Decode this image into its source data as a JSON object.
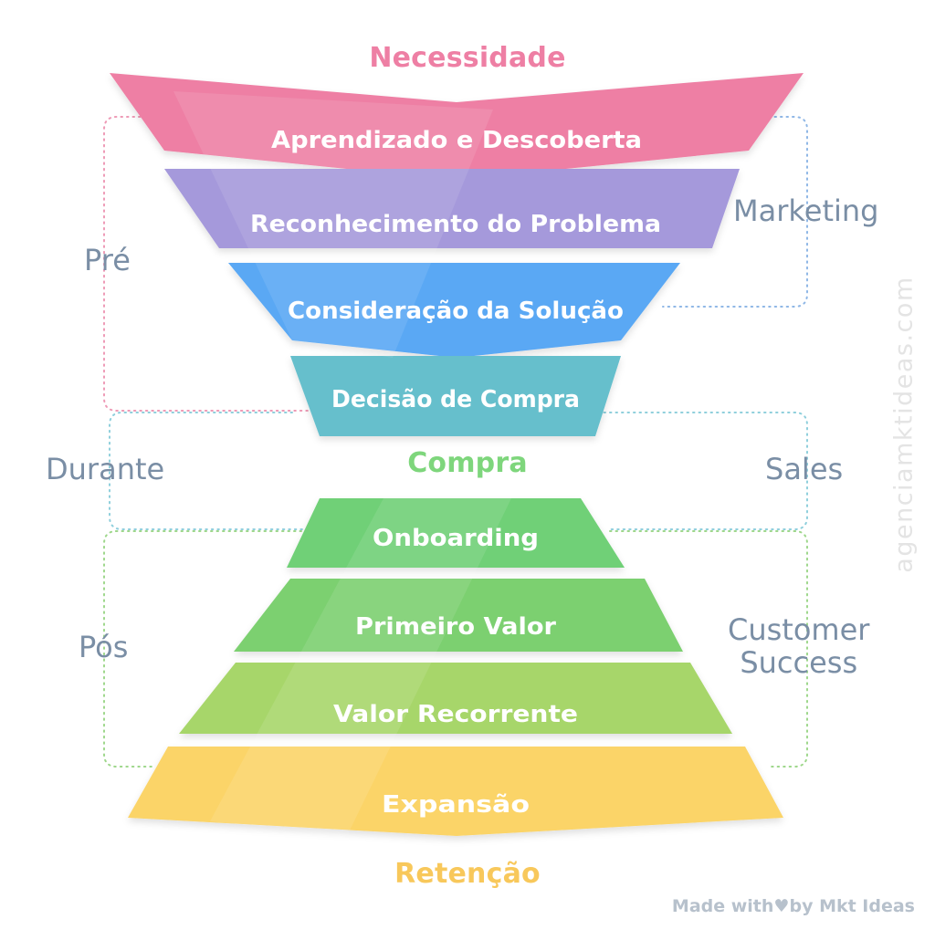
{
  "top_label": "Necessidade",
  "middle_label": "Compra",
  "bottom_label": "Retenção",
  "stages": [
    {
      "label": "Aprendizado e Descoberta",
      "color": "#ee7fa4"
    },
    {
      "label": "Reconhecimento do Problema",
      "color": "#a599db"
    },
    {
      "label": "Consideração da Solução",
      "color": "#5aa8f4"
    },
    {
      "label": "Decisão de Compra",
      "color": "#66bfcc"
    },
    {
      "label": "Onboarding",
      "color": "#6fd077"
    },
    {
      "label": "Primeiro Valor",
      "color": "#7cd06f"
    },
    {
      "label": "Valor Recorrente",
      "color": "#a7d66a"
    },
    {
      "label": "Expansão",
      "color": "#fbd467"
    }
  ],
  "phases": {
    "pre": "Pré",
    "during": "Durante",
    "post": "Pós"
  },
  "teams": {
    "marketing": "Marketing",
    "sales": "Sales",
    "cs_line1": "Customer",
    "cs_line2": "Success"
  },
  "colors": {
    "necessidade": "#ee7fa4",
    "compra": "#7ed67c",
    "retencao": "#f8c85b",
    "side_text": "#7a8ea5",
    "bracket_pre": "#ee9ab6",
    "bracket_during": "#8fcfdc",
    "bracket_post": "#9ed78b"
  },
  "watermark": "agenciamktideas.com",
  "credit": {
    "made_with": "Made with",
    "by": "by Mkt Ideas"
  }
}
